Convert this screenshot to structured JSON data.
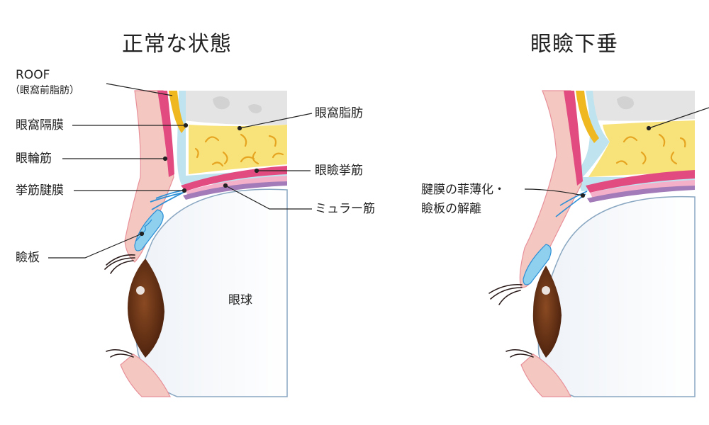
{
  "titles": {
    "normal": "正常な状態",
    "ptosis": "眼瞼下垂"
  },
  "labels": {
    "roof": "ROOF",
    "roof_sub": "（眼窩前脂肪）",
    "orbital_septum": "眼窩隔膜",
    "orbicularis": "眼輪筋",
    "levator_aponeurosis": "挙筋腱膜",
    "tarsus": "瞼板",
    "orbital_fat": "眼窩脂肪",
    "levator_muscle": "眼瞼挙筋",
    "muller_muscle": "ミュラー筋",
    "eyeball": "眼球",
    "ptosis_note_1": "腱膜の菲薄化・",
    "ptosis_note_2": "瞼板の解離"
  },
  "colors": {
    "skin": "#f4c8c0",
    "skin_line": "#e8909a",
    "fat": "#f8e27a",
    "fat_veins": "#e6a521",
    "bone": "#e4e4e4",
    "septum": "#bfe3ef",
    "muscle_pink": "#e24b7f",
    "muller_purple": "#a27bb8",
    "aponeurosis_blue": "#2c8fd6",
    "tarsus_blue": "#8fd0ee",
    "iris": "#6b3418",
    "sclera": "#f3f6fa"
  }
}
